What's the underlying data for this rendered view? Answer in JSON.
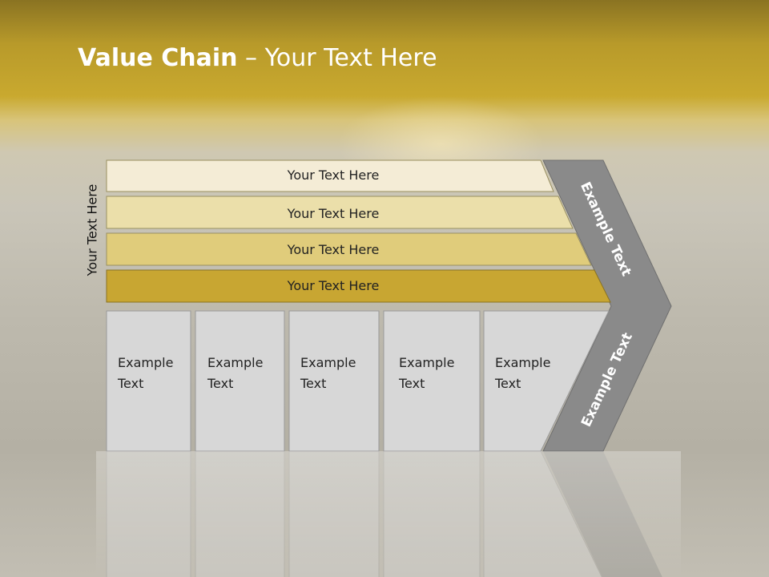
{
  "slide": {
    "title_bold": "Value Chain",
    "title_rest": " – Your Text Here",
    "side_label": "Your Text Here"
  },
  "rows": [
    {
      "label": "Your Text Here",
      "color": "#f4ecd6"
    },
    {
      "label": "Your Text Here",
      "color": "#ebdfaa"
    },
    {
      "label": "Your Text Here",
      "color": "#e0cc7b"
    },
    {
      "label": "Your Text Here",
      "color": "#c8a632"
    }
  ],
  "boxes": [
    {
      "line1": "Example",
      "line2": "Text"
    },
    {
      "line1": "Example",
      "line2": "Text"
    },
    {
      "line1": "Example",
      "line2": "Text"
    },
    {
      "line1": "Example",
      "line2": "Text"
    },
    {
      "line1": "Example",
      "line2": "Text"
    }
  ],
  "chevron": {
    "upper_text": "Example Text",
    "lower_text": "Example Text",
    "color": "#8a8a8a"
  },
  "colors": {
    "box_fill": "#d7d7d7",
    "box_stroke": "#9a9a9a"
  }
}
